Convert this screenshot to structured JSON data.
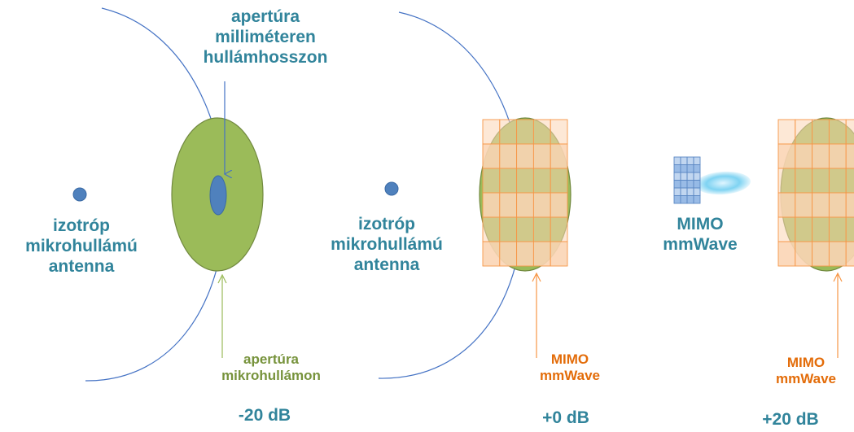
{
  "colors": {
    "teal_text": "#31849b",
    "green_text": "#77933c",
    "orange_text": "#e36c09",
    "arc_blue": "#4472c4",
    "ellipse_green": "#9bbb59",
    "ellipse_stroke": "#71893f",
    "dot_blue": "#4f81bd",
    "grid_fill": "#fbd5b5",
    "grid_line": "#f79646",
    "mimo_chip": "#8eb4e3",
    "beam": "#7fd3f2"
  },
  "panel1": {
    "top_label": [
      "apertúra",
      "milliméteren",
      "hullámhosszon"
    ],
    "left_label": [
      "izotróp",
      "mikrohullámú",
      "antenna"
    ],
    "bottom_label": [
      "apertúra",
      "mikrohullámon"
    ],
    "db": "-20 dB"
  },
  "panel2": {
    "left_label": [
      "izotróp",
      "mikrohullámú",
      "antenna"
    ],
    "bottom_label": [
      "MIMO",
      "mmWave"
    ],
    "db": "+0 dB"
  },
  "panel3": {
    "left_label": [
      "MIMO",
      "mmWave"
    ],
    "bottom_label": [
      "MIMO",
      "mmWave"
    ],
    "db": "+20 dB"
  }
}
